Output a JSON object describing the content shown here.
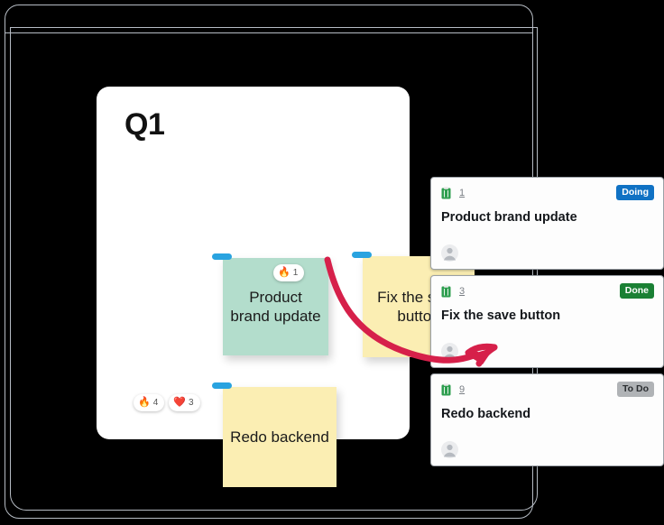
{
  "window": {
    "frame_border_color": "#b6bcc4",
    "background_color": "#000000"
  },
  "board": {
    "title": "Q1",
    "background_color": "#ffffff",
    "notes": [
      {
        "id": "note-product",
        "text": "Product brand update",
        "color": "#b3ddcc",
        "tab_color": "#29a3e0",
        "reactions": []
      },
      {
        "id": "note-fix",
        "text": "Fix the save button",
        "color": "#fbeeb3",
        "tab_color": "#29a3e0",
        "reactions": [
          {
            "emoji": "🔥",
            "emoji_name": "fire-emoji",
            "count": "1"
          }
        ]
      },
      {
        "id": "note-redo",
        "text": "Redo backend",
        "color": "#fbeeb3",
        "tab_color": "#29a3e0",
        "reactions": [
          {
            "emoji": "🔥",
            "emoji_name": "fire-emoji",
            "count": "4"
          },
          {
            "emoji": "❤️",
            "emoji_name": "heart-emoji",
            "count": "3"
          }
        ]
      }
    ]
  },
  "connector": {
    "name": "red-curved-arrow",
    "color": "#d6204a",
    "from": "note-fix",
    "to": "task-card-fix-the-save-button"
  },
  "task_list": {
    "cards": [
      {
        "issue_id": "1",
        "title": "Product brand update",
        "status": "Doing",
        "status_color": "#1072c4",
        "icon": "clipboard-icon",
        "assignee_icon": "avatar-icon"
      },
      {
        "issue_id": "3",
        "title": "Fix the save button",
        "status": "Done",
        "status_color": "#1a8034",
        "icon": "clipboard-icon",
        "assignee_icon": "avatar-icon"
      },
      {
        "issue_id": "9",
        "title": "Redo backend",
        "status": "To Do",
        "status_color": "#b0b3b6",
        "icon": "clipboard-icon",
        "assignee_icon": "avatar-icon"
      }
    ]
  }
}
